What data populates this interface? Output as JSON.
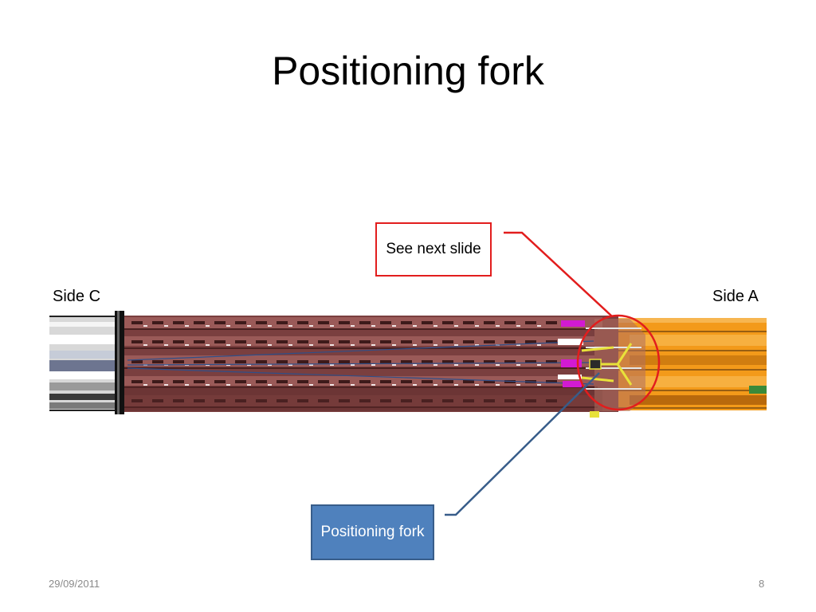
{
  "slide": {
    "title": "Positioning fork",
    "side_left_label": "Side C",
    "side_right_label": "Side A",
    "callout_top": "See next slide",
    "callout_bottom": "Positioning fork",
    "footer_date": "29/09/2011",
    "footer_page": "8"
  },
  "colors": {
    "callout_border": "#e21d1d",
    "callout_fill": "#4f81bd",
    "highlight_circle": "#e21d1d",
    "leader_line_blue": "#385d8a",
    "assembly_brown": "#8b4a4a",
    "assembly_orange": "#f39a1a",
    "fork_yellow": "#e8e23a",
    "connector_magenta": "#d21ad2"
  }
}
